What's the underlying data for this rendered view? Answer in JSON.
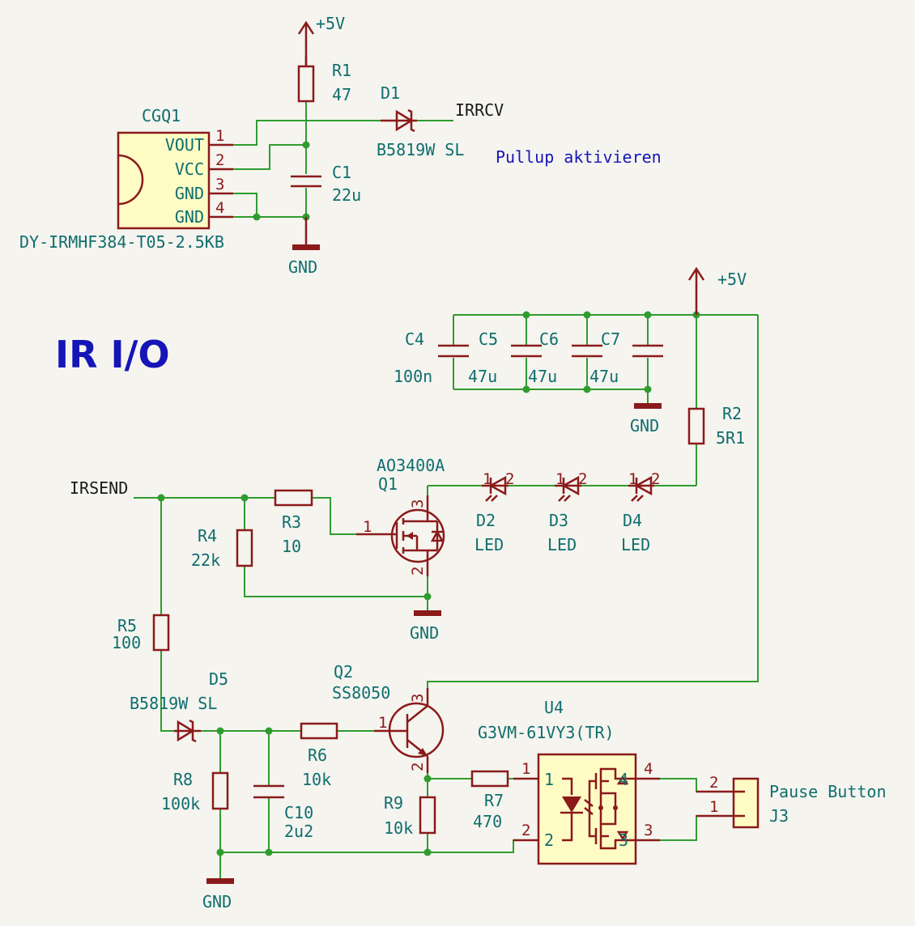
{
  "title": "IR I/O",
  "note": "Pullup aktivieren",
  "power": {
    "top": "+5V",
    "right": "+5V"
  },
  "gnd_label": "GND",
  "nets": {
    "irrcv": "IRRCV",
    "irsend": "IRSEND"
  },
  "cgq1": {
    "ref": "CGQ1",
    "value": "DY-IRMHF384-T05-2.5KB",
    "pins": [
      "VOUT",
      "VCC",
      "GND",
      "GND"
    ],
    "pin_numbers": [
      "1",
      "2",
      "3",
      "4"
    ]
  },
  "r1": {
    "ref": "R1",
    "value": "47"
  },
  "d1": {
    "ref": "D1",
    "value": "B5819W SL"
  },
  "c1": {
    "ref": "C1",
    "value": "22u"
  },
  "c4": {
    "ref": "C4",
    "value": "100n"
  },
  "c5": {
    "ref": "C5",
    "value": "47u"
  },
  "c6": {
    "ref": "C6",
    "value": "47u"
  },
  "c7": {
    "ref": "C7",
    "value": "47u"
  },
  "r2": {
    "ref": "R2",
    "value": "5R1"
  },
  "q1": {
    "ref": "Q1",
    "value": "AO3400A",
    "pins": [
      "1",
      "2",
      "3"
    ]
  },
  "r3": {
    "ref": "R3",
    "value": "10"
  },
  "r4": {
    "ref": "R4",
    "value": "22k"
  },
  "d2": {
    "ref": "D2",
    "value": "LED"
  },
  "d3": {
    "ref": "D3",
    "value": "LED"
  },
  "d4": {
    "ref": "D4",
    "value": "LED"
  },
  "led_pins": [
    "1",
    "2"
  ],
  "r5": {
    "ref": "R5",
    "value": "100"
  },
  "d5": {
    "ref": "D5",
    "value": "B5819W SL"
  },
  "q2": {
    "ref": "Q2",
    "value": "SS8050",
    "pins": [
      "1",
      "2",
      "3"
    ]
  },
  "r6": {
    "ref": "R6",
    "value": "10k"
  },
  "r8": {
    "ref": "R8",
    "value": "100k"
  },
  "c10": {
    "ref": "C10",
    "value": "2u2"
  },
  "r9": {
    "ref": "R9",
    "value": "10k"
  },
  "r7": {
    "ref": "R7",
    "value": "470"
  },
  "u4": {
    "ref": "U4",
    "value": "G3VM-61VY3(TR)",
    "pins": [
      "1",
      "2",
      "3",
      "4"
    ]
  },
  "j3": {
    "ref": "J3",
    "value": "Pause Button",
    "pins": [
      "2",
      "1"
    ]
  }
}
